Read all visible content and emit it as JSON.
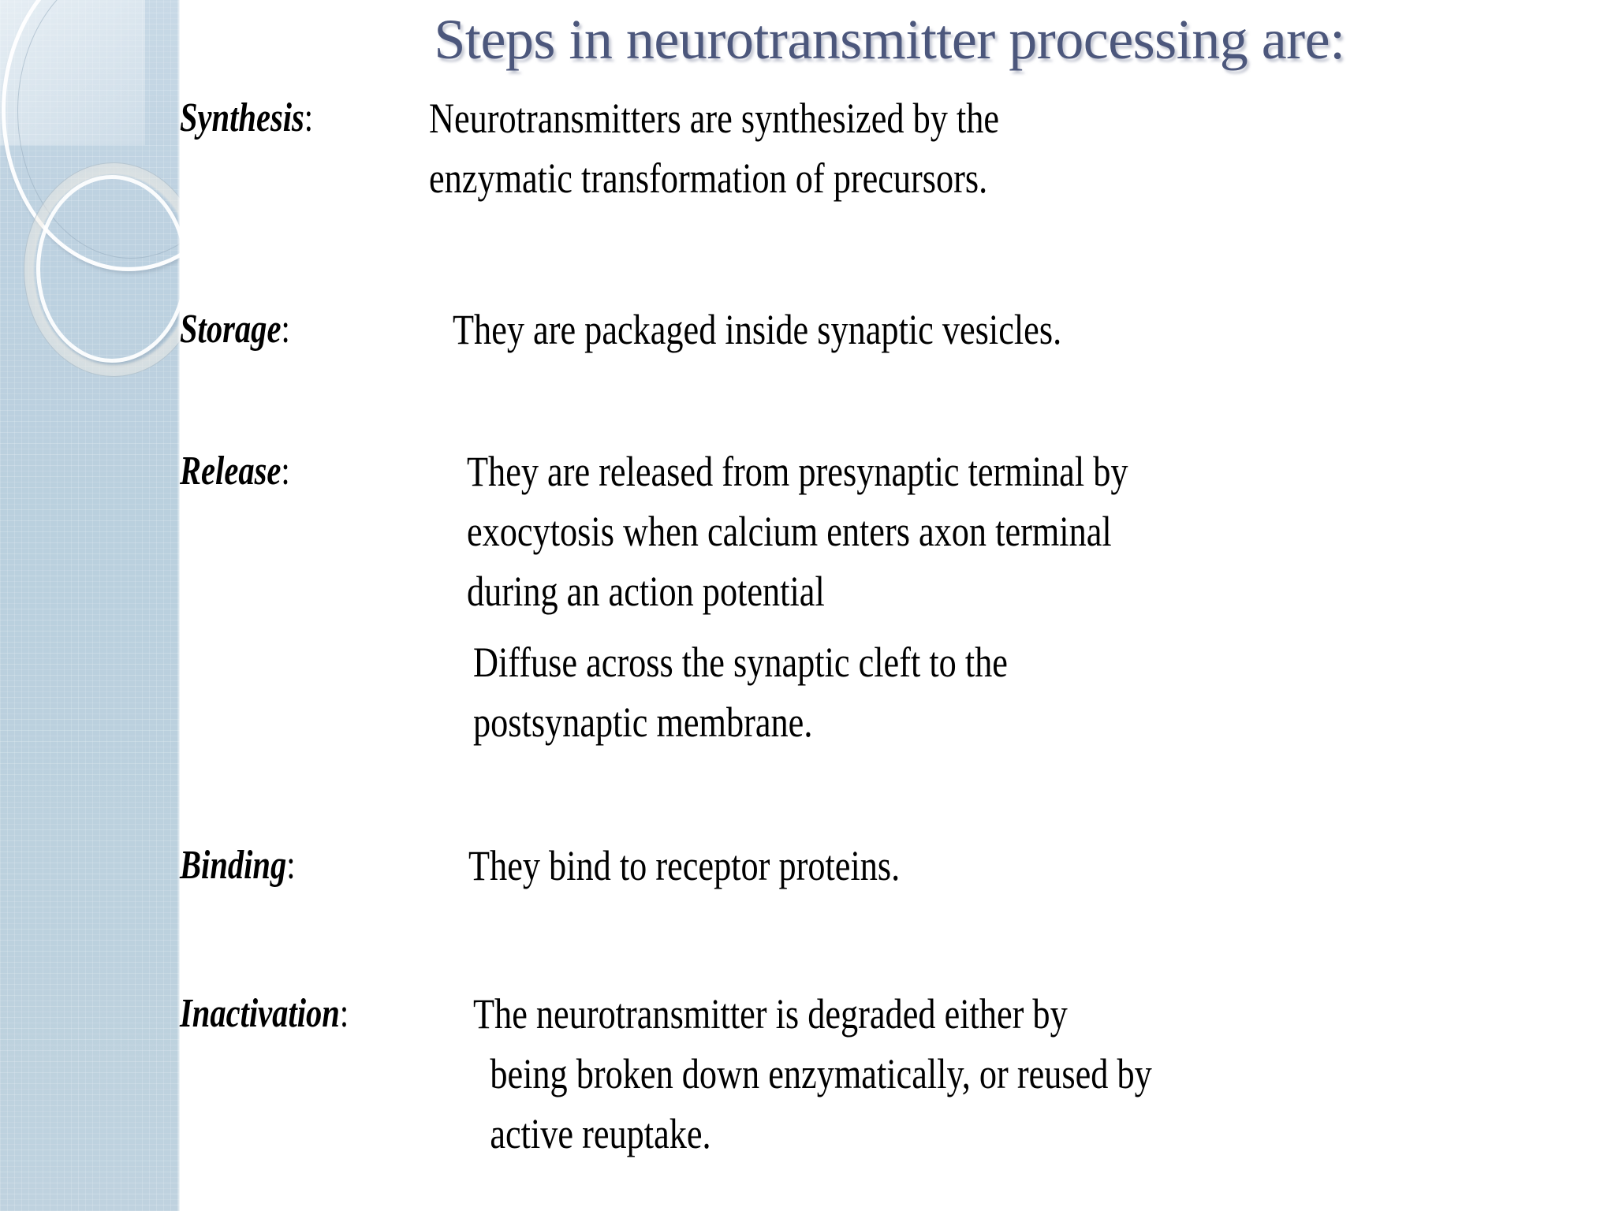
{
  "slide": {
    "title": "Steps in neurotransmitter processing are:",
    "title_color": "#4c577c",
    "body_color": "#000000",
    "sidebar_color": "#bdd1e0",
    "background_color": "#ffffff"
  },
  "steps": [
    {
      "label": "Synthesis",
      "colon": ":",
      "lines": [
        "Neurotransmitters are synthesized by the",
        "enzymatic transformation of precursors."
      ]
    },
    {
      "label": "Storage",
      "colon": ":",
      "lines": [
        "They are packaged inside synaptic vesicles."
      ]
    },
    {
      "label": "Release",
      "colon": ":",
      "lines": [
        "They are released from presynaptic terminal by",
        "exocytosis when calcium enters axon terminal",
        "during an action potential"
      ]
    },
    {
      "label": "Binding",
      "colon": ":",
      "lines": [
        "They bind to receptor proteins."
      ]
    },
    {
      "label": "Inactivation",
      "colon": ":",
      "lines": [
        "The neurotransmitter is degraded either by",
        "being broken down enzymatically, or reused by",
        "active reuptake."
      ]
    }
  ],
  "release_continuation": {
    "lines": [
      "Diffuse across the synaptic cleft to the",
      "postsynaptic membrane."
    ]
  }
}
